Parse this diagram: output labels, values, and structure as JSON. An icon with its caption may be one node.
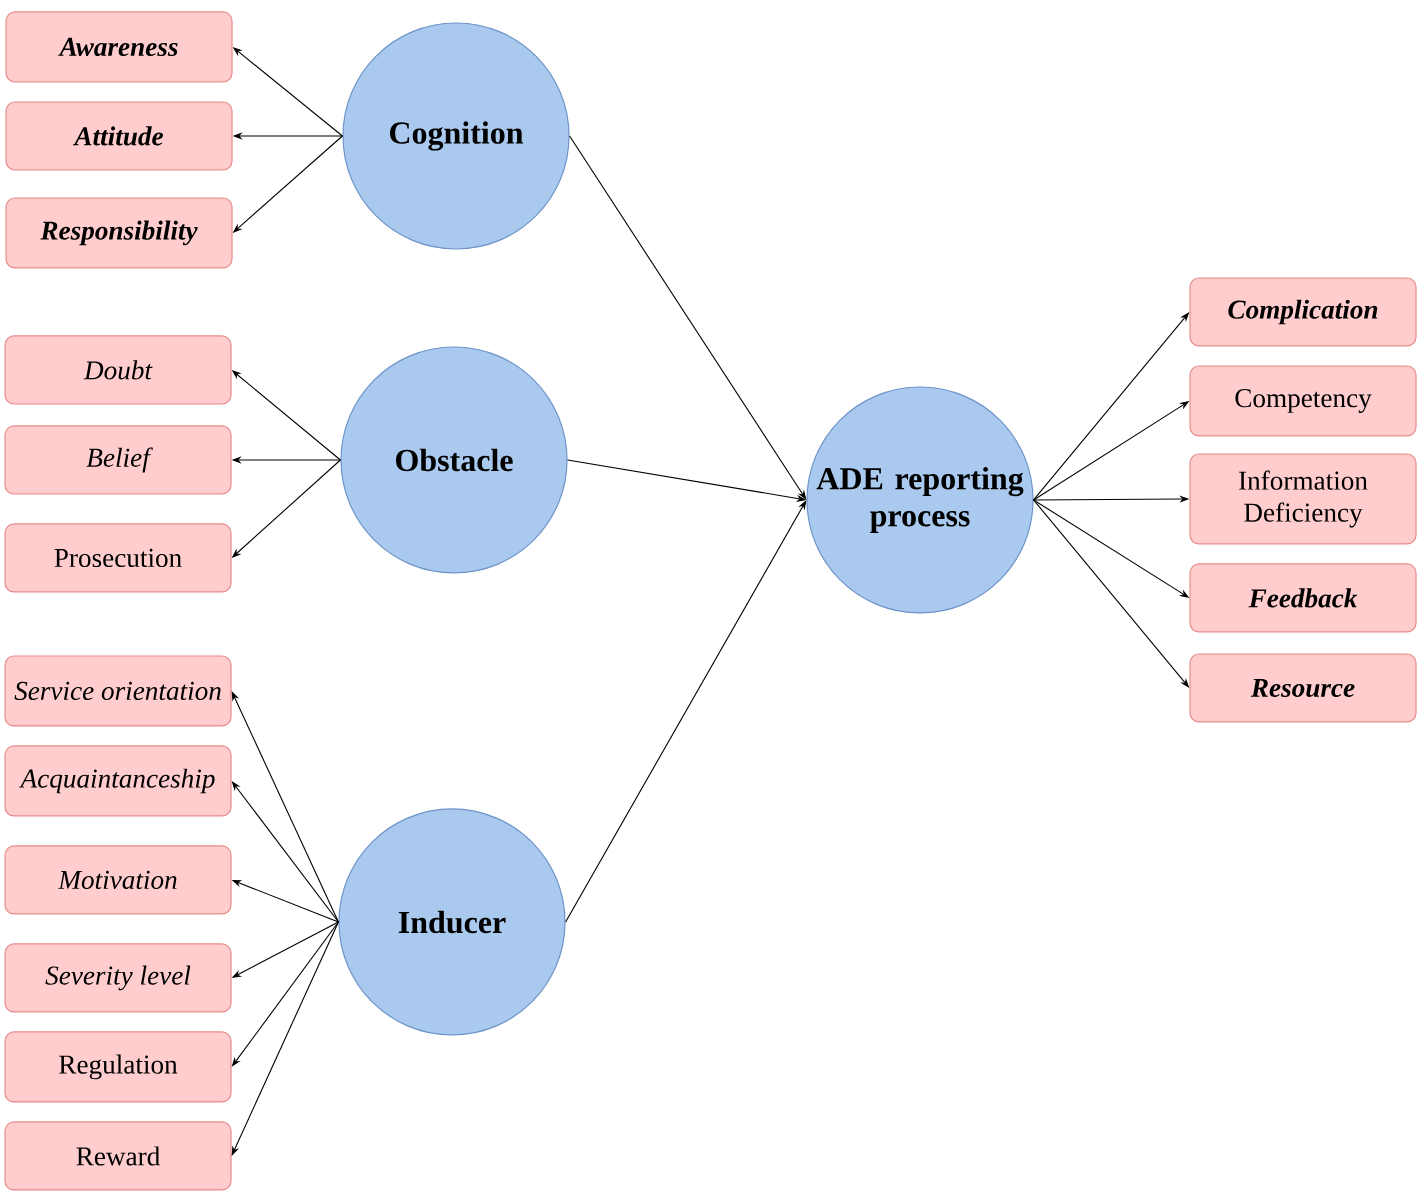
{
  "diagram": {
    "nodes": [
      {
        "text": [
          "Cognition"
        ]
      },
      {
        "text": [
          "Awareness"
        ]
      },
      {
        "text": [
          "Attitude"
        ]
      },
      {
        "text": [
          "Responsibility"
        ]
      },
      {
        "text": [
          "Obstacle"
        ]
      },
      {
        "text": [
          "Doubt"
        ]
      },
      {
        "text": [
          "Belief"
        ]
      },
      {
        "text": [
          "Prosecution"
        ]
      },
      {
        "text": [
          "Inducer"
        ]
      },
      {
        "text": [
          "Service orientation"
        ]
      },
      {
        "text": [
          "Acquaintanceship"
        ]
      },
      {
        "text": [
          "Motivation"
        ]
      },
      {
        "text": [
          "Severity level"
        ]
      },
      {
        "text": [
          "Regulation"
        ]
      },
      {
        "text": [
          "Reward"
        ]
      },
      {
        "text": [
          "ADE reporting process"
        ]
      },
      {
        "text": [
          "Complication"
        ]
      },
      {
        "text": [
          "Competency"
        ]
      },
      {
        "text": [
          "Information Deficiency"
        ]
      },
      {
        "text": [
          "Feedback"
        ]
      },
      {
        "text": [
          "Resource"
        ]
      }
    ],
    "edges": [
      {
        "from": 0,
        "to": 1,
        "arrow": "to"
      },
      {
        "from": 0,
        "to": 2,
        "arrow": "to"
      },
      {
        "from": 0,
        "to": 3,
        "arrow": "to"
      },
      {
        "from": 4,
        "to": 5,
        "arrow": "to"
      },
      {
        "from": 4,
        "to": 6,
        "arrow": "to"
      },
      {
        "from": 4,
        "to": 7,
        "arrow": "to"
      },
      {
        "from": 8,
        "to": 9,
        "arrow": "to"
      },
      {
        "from": 8,
        "to": 10,
        "arrow": "to"
      },
      {
        "from": 8,
        "to": 11,
        "arrow": "to"
      },
      {
        "from": 8,
        "to": 12,
        "arrow": "to"
      },
      {
        "from": 8,
        "to": 13,
        "arrow": "to"
      },
      {
        "from": 8,
        "to": 14,
        "arrow": "to"
      },
      {
        "from": 0,
        "to": 15,
        "arrow": "to"
      },
      {
        "from": 4,
        "to": 15,
        "arrow": "to"
      },
      {
        "from": 8,
        "to": 15,
        "arrow": "to"
      },
      {
        "from": 15,
        "to": 16,
        "arrow": "to"
      },
      {
        "from": 15,
        "to": 17,
        "arrow": "to"
      },
      {
        "from": 15,
        "to": 18,
        "arrow": "to"
      },
      {
        "from": 15,
        "to": 19,
        "arrow": "to"
      },
      {
        "from": 15,
        "to": 20,
        "arrow": "to"
      }
    ]
  }
}
